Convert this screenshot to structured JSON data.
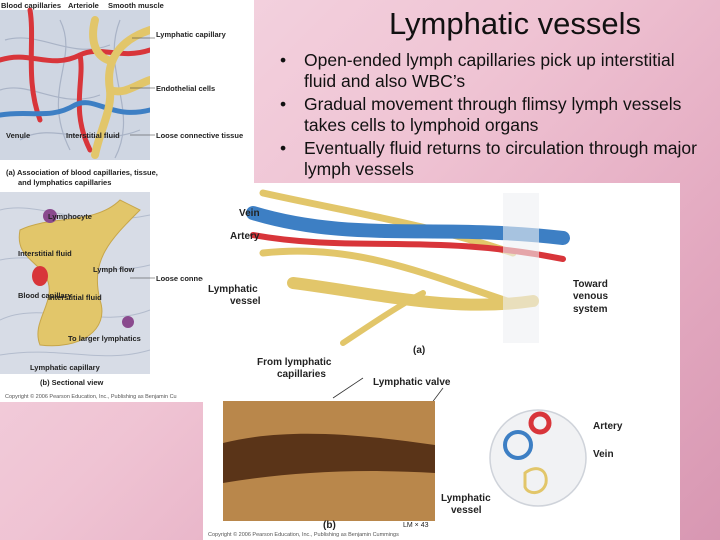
{
  "slide": {
    "title": "Lymphatic vessels",
    "bullets": [
      "Open-ended lymph capillaries pick up interstitial fluid and also WBC’s",
      "Gradual movement through flimsy lymph vessels takes cells to lymphoid organs",
      "Eventually fluid returns to circulation through major lymph vessels"
    ]
  },
  "left_figure": {
    "top_labels": [
      "Blood capillaries",
      "Arteriole",
      "Smooth muscle"
    ],
    "labels_a": [
      "Lymphatic capillary",
      "Endothelial cells",
      "Venule",
      "Interstitial fluid",
      "Loose connective tissue"
    ],
    "caption_a": [
      "(a) Association of blood capillaries, tissue,",
      "and lymphatics capillaries"
    ],
    "labels_b": [
      "Lymphocyte",
      "Interstitial fluid",
      "Lymph flow",
      "Loose connective tissue",
      "Blood capillary",
      "Interstitial fluid",
      "To larger lymphatics",
      "Lymphatic capillary"
    ],
    "caption_b": "(b) Sectional view",
    "copyright": "Copyright © 2006 Pearson Education, Inc., Publishing as Benjamin Cu"
  },
  "right_figure": {
    "labels_a": [
      "Vein",
      "Artery",
      "Lymphatic",
      "vessel",
      "Toward",
      "venous",
      "system",
      "From lymphatic",
      "capillaries",
      "Lymphatic valve"
    ],
    "panel_a": "(a)",
    "labels_b": [
      "Artery",
      "Vein",
      "Lymphatic",
      "vessel"
    ],
    "panel_b": "(b)",
    "micro_label": "LM × 43",
    "copyright": "Copyright © 2006 Pearson Education, Inc., Publishing as Benjamin Cummings"
  },
  "colors": {
    "artery": "#d8353a",
    "vein": "#3d7fc4",
    "lymph": "#e2c66a"
  }
}
